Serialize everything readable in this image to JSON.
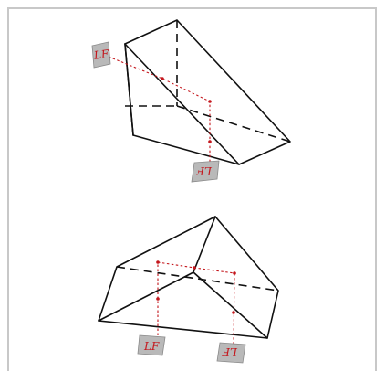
{
  "top_prism": {
    "image_card_label": "LF",
    "exit_card_label": "LF"
  },
  "bottom_prism": {
    "left_card_label": "LF",
    "right_card_label": "LF"
  },
  "colors": {
    "ray": "#c4161c",
    "card": "#b9b9b9",
    "edge": "#111111",
    "frame": "#c8c8c8"
  }
}
